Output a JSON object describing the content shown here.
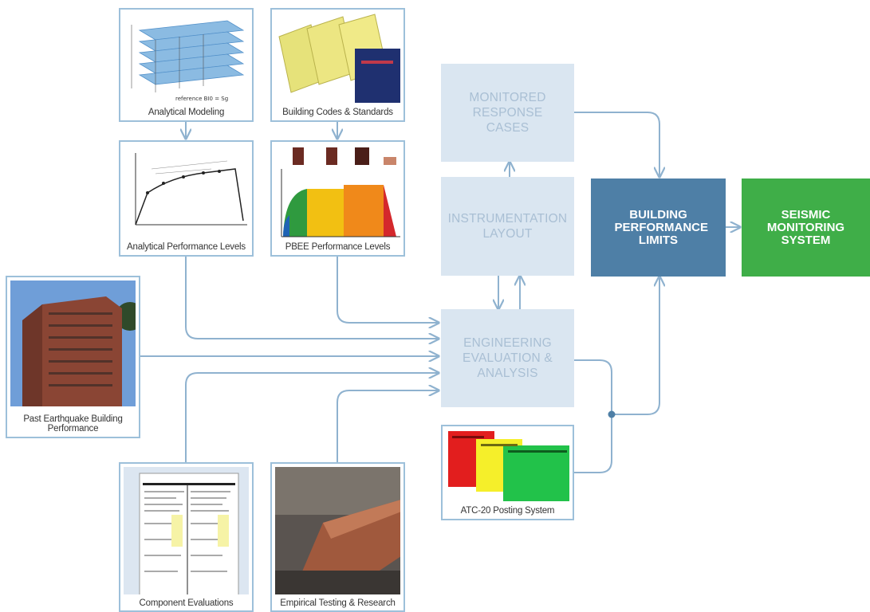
{
  "cards": {
    "analytical_modeling": "Analytical Modeling",
    "building_codes": "Building Codes & Standards",
    "analytical_performance": "Analytical Performance Levels",
    "pbee_performance": "PBEE Performance Levels",
    "past_earthquake": "Past Earthquake Building Performance",
    "component_evaluations": "Component Evaluations",
    "empirical_testing": "Empirical Testing & Research",
    "atc20": "ATC-20 Posting System"
  },
  "process": {
    "monitored": "MONITORED RESPONSE CASES",
    "instrumentation": "INSTRUMENTATION LAYOUT",
    "engineering": "ENGINEERING EVALUATION & ANALYSIS"
  },
  "outputs": {
    "building_limits": "BUILDING PERFORMANCE LIMITS",
    "seismic_system": "SEISMIC MONITORING SYSTEM"
  },
  "colors": {
    "connector": "#8fb2cf",
    "process_box": "#dae6f1",
    "process_text": "#a9bfd4",
    "building_limits": "#4e7fa6",
    "seismic_system": "#3fae48"
  }
}
